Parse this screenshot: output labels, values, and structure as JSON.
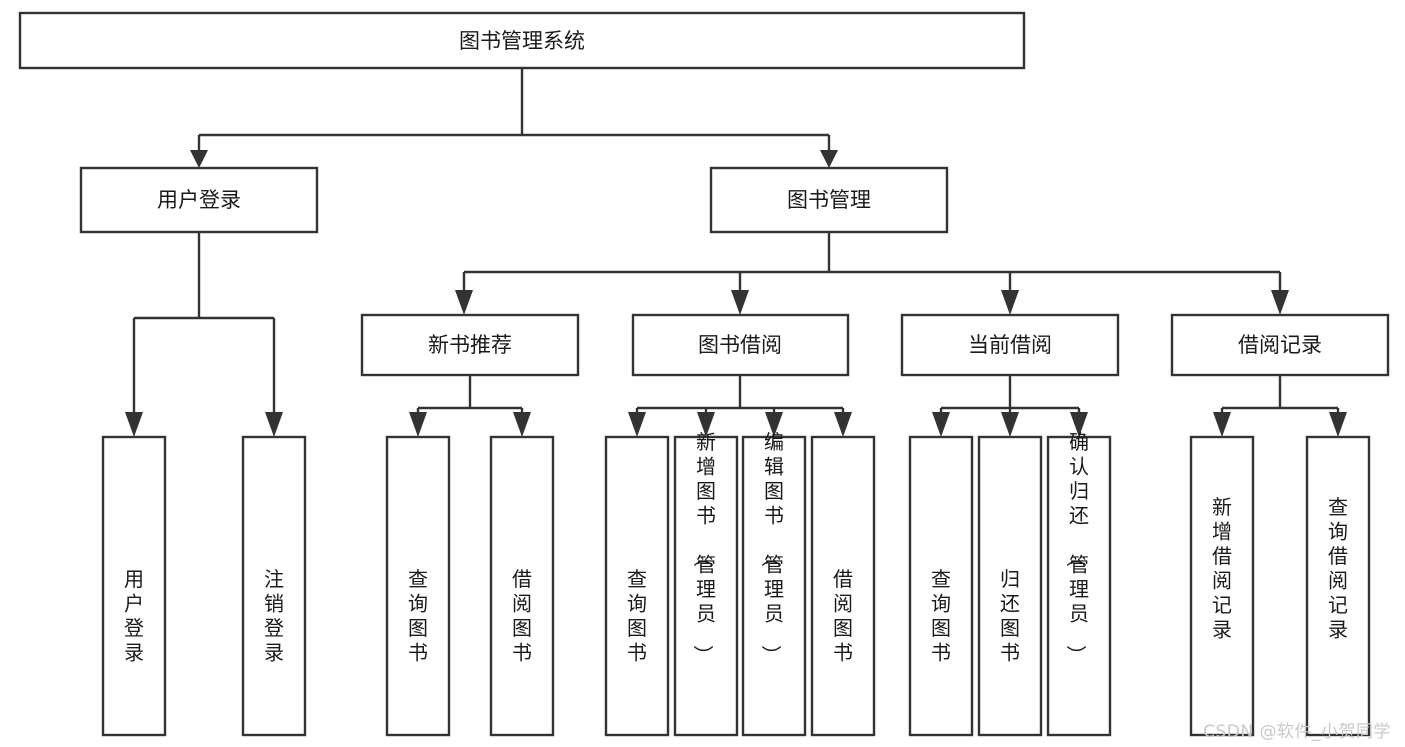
{
  "diagram": {
    "type": "tree-hierarchy",
    "title": "图书管理系统",
    "orientation": "top-down",
    "colors": {
      "box_fill": "#ffffff",
      "box_stroke": "#333333",
      "connector": "#333333",
      "text": "#1a1a1a",
      "background": "#ffffff",
      "watermark": "#c9c9c9"
    },
    "root": {
      "label": "图书管理系统"
    },
    "level1": [
      {
        "label": "用户登录"
      },
      {
        "label": "图书管理"
      }
    ],
    "level2": [
      {
        "label": "新书推荐"
      },
      {
        "label": "图书借阅"
      },
      {
        "label": "当前借阅"
      },
      {
        "label": "借阅记录"
      }
    ],
    "leaves": {
      "user_login": [
        {
          "label": "用户登录"
        },
        {
          "label": "注销登录"
        }
      ],
      "new_book_recommend": [
        {
          "label": "查询图书"
        },
        {
          "label": "借阅图书"
        }
      ],
      "book_borrow": [
        {
          "label": "查询图书"
        },
        {
          "label": "新增图书（管理员）"
        },
        {
          "label": "编辑图书（管理员）"
        },
        {
          "label": "借阅图书"
        }
      ],
      "current_borrow": [
        {
          "label": "查询图书"
        },
        {
          "label": "归还图书"
        },
        {
          "label": "确认归还（管理员）"
        }
      ],
      "borrow_record": [
        {
          "label": "新增借阅记录"
        },
        {
          "label": "查询借阅记录"
        }
      ]
    }
  },
  "watermark": {
    "text": "CSDN @软件_小贺同学"
  }
}
